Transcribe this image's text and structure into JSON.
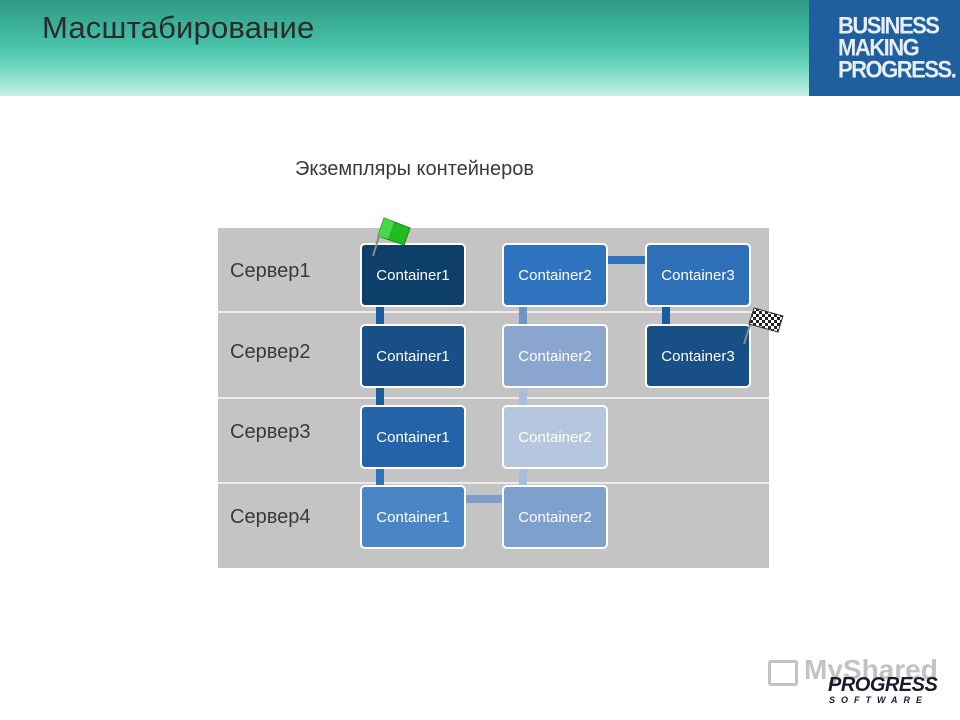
{
  "header": {
    "title": "Масштабирование",
    "brand_lines": [
      "BUSINESS",
      "MAKING",
      "PROGRESS."
    ]
  },
  "diagram": {
    "subtitle": "Экземпляры контейнеров",
    "rows": [
      "Сервер1",
      "Сервер2",
      "Сервер3",
      "Сервер4"
    ],
    "containers": {
      "c1": [
        "Container1",
        "Container1",
        "Container1",
        "Container1"
      ],
      "c2": [
        "Container2",
        "Container2",
        "Container2",
        "Container2"
      ],
      "c3": [
        "Container3",
        "Container3"
      ]
    },
    "colors": {
      "dark_navy": "#0e3f6b",
      "mid_blue": "#1c5c9a",
      "blue": "#2f73bf",
      "light_blue": "#4d86c7",
      "pale_blue": "#8ea9cf",
      "very_pale_blue": "#b3c4dd",
      "panel_gray": "#c4c4c4",
      "flag_green": "#22bb22"
    }
  },
  "footer": {
    "brand": "PROGRESS",
    "brand_sub": "SOFTWARE",
    "watermark": "MyShared"
  }
}
